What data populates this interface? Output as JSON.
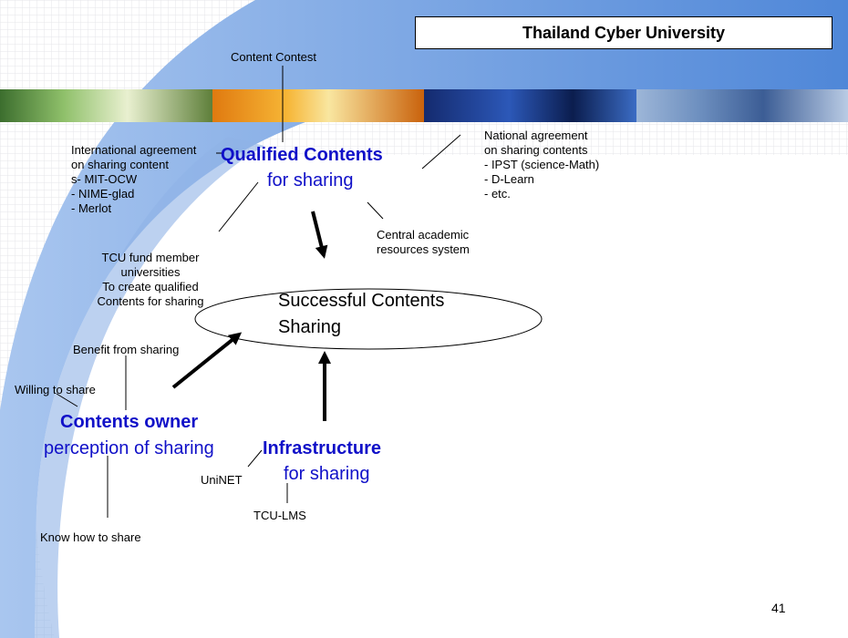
{
  "header": {
    "title": "Thailand Cyber University",
    "page_number": "41"
  },
  "diagram": {
    "center": {
      "line1": "Successful Contents",
      "line2": "Sharing"
    },
    "qualified": {
      "title": "Qualified Contents",
      "subtitle": "for sharing"
    },
    "owner": {
      "title": "Contents owner",
      "subtitle": "perception of sharing"
    },
    "infrastructure": {
      "title": "Infrastructure",
      "subtitle": "for sharing"
    },
    "labels": {
      "content_contest": "Content Contest",
      "international": [
        "International agreement",
        "on sharing content",
        "s- MIT-OCW",
        "- NIME-glad",
        "- Merlot"
      ],
      "national": [
        "National agreement",
        "on sharing contents",
        "- IPST (science-Math)",
        "- D-Learn",
        "- etc."
      ],
      "central": [
        "Central academic",
        "resources system"
      ],
      "tcu_fund": [
        "TCU fund member",
        "universities",
        "To create qualified",
        "Contents for sharing"
      ],
      "benefit": "Benefit from sharing",
      "willing": "Willing to share",
      "know_how": "Know how to share",
      "uninet": "UniNET",
      "tcu_lms": "TCU-LMS"
    }
  },
  "colors": {
    "accent_blue": "#1010c8",
    "background_gradient_start": "#a9c6ef",
    "background_gradient_end": "#4f87d8"
  }
}
